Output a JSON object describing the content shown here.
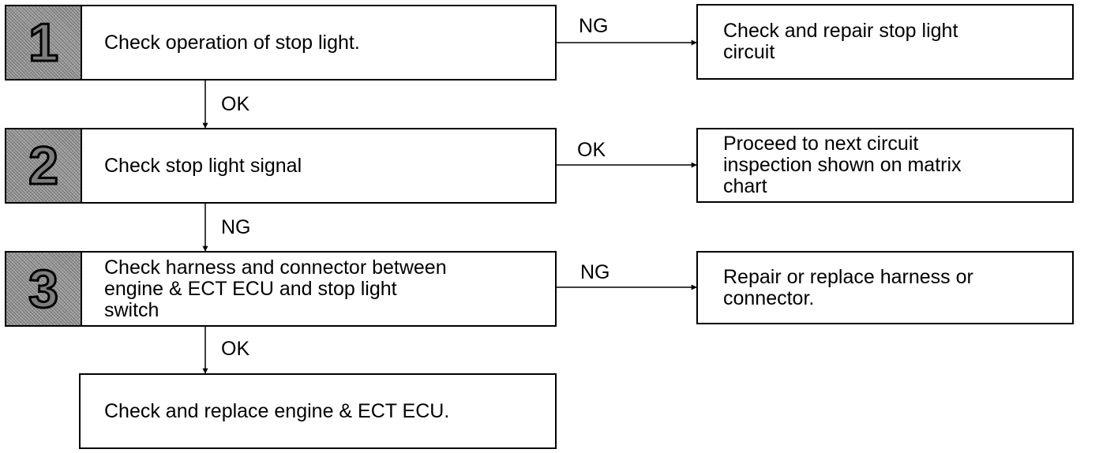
{
  "steps": [
    {
      "number": "1",
      "text": "Check operation of stop light."
    },
    {
      "number": "2",
      "text": "Check stop light signal"
    },
    {
      "number": "3",
      "text": "Check harness and connector between\nengine & ECT ECU and stop light\nswitch"
    }
  ],
  "final_box": {
    "text": "Check and replace engine & ECT ECU."
  },
  "results": [
    {
      "text": "Check and repair stop light\ncircuit"
    },
    {
      "text": "Proceed to next circuit\ninspection shown on matrix\nchart"
    },
    {
      "text": "Repair or replace harness or\nconnector."
    }
  ],
  "horizontal_labels": [
    "NG",
    "OK",
    "NG"
  ],
  "vertical_labels": [
    "OK",
    "NG",
    "OK"
  ]
}
